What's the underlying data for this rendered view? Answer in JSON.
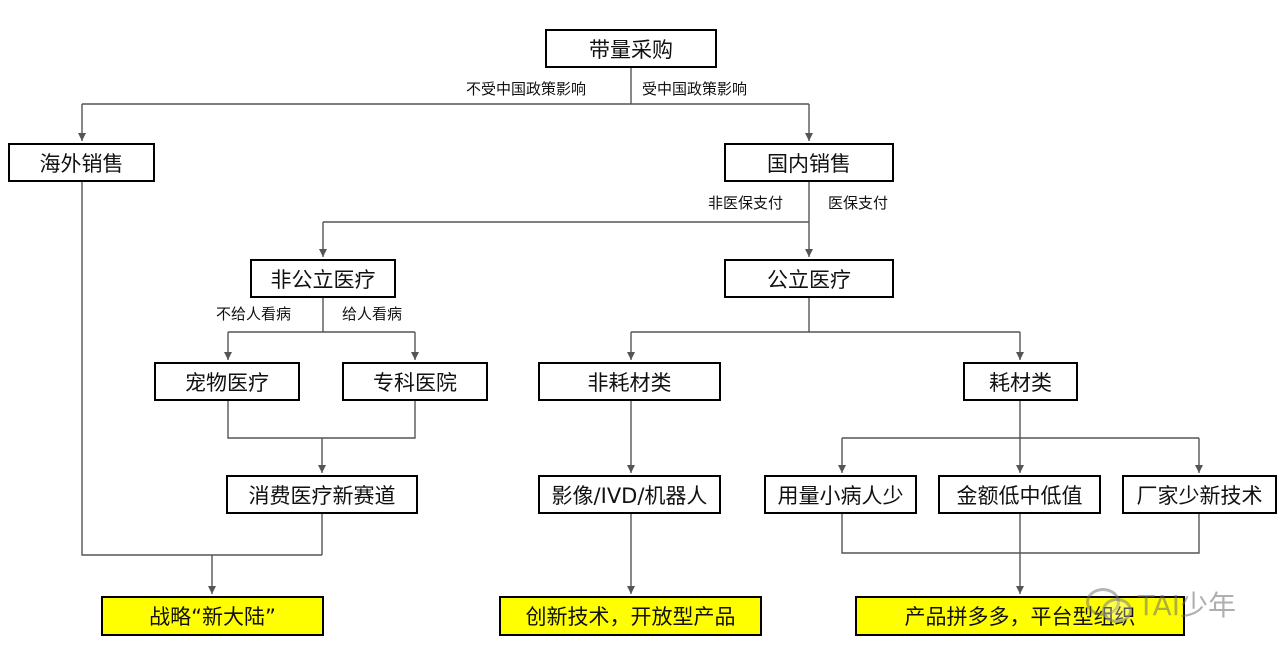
{
  "nodes": {
    "root": "带量采购",
    "overseas": "海外销售",
    "domestic": "国内销售",
    "non_public": "非公立医疗",
    "public": "公立医疗",
    "pet": "宠物医疗",
    "specialty": "专科医院",
    "non_consumable": "非耗材类",
    "consumable": "耗材类",
    "consumer_track": "消费医疗新赛道",
    "imaging": "影像/IVD/机器人",
    "low_usage": "用量小病人少",
    "low_amount": "金额低中低值",
    "few_makers": "厂家少新技术",
    "strategy": "战略“新大陆”",
    "innovation": "创新技术，开放型产品",
    "platform": "产品拼多多，平台型组织"
  },
  "edge_labels": {
    "not_affected_policy": "不受中国政策影响",
    "affected_policy": "受中国政策影响",
    "non_insurance": "非医保支付",
    "insurance": "医保支付",
    "not_human": "不给人看病",
    "human": "给人看病"
  },
  "watermark": {
    "text": "TAI少年",
    "icon": "wechat-icon"
  },
  "colors": {
    "highlight": "#ffff00",
    "border": "#000000",
    "line": "#555555"
  }
}
